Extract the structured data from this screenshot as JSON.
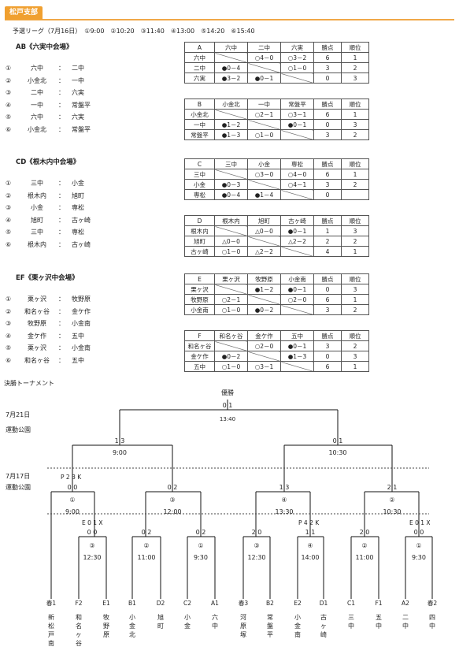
{
  "header": {
    "tab": "松戸支部"
  },
  "schedule": "予選リーグ（7月16日）　①9:00　②10:20　③11:40　④13:00　⑤14:20　⑥15:40",
  "groups": [
    {
      "title": "AB《六実中会場》",
      "matches": [
        [
          "①",
          "六中",
          "：",
          "二中"
        ],
        [
          "②",
          "小金北",
          "：",
          "一中"
        ],
        [
          "③",
          "二中",
          "：",
          "六実"
        ],
        [
          "④",
          "一中",
          "：",
          "常盤平"
        ],
        [
          "⑤",
          "六中",
          "：",
          "六実"
        ],
        [
          "⑥",
          "小金北",
          "：",
          "常盤平"
        ]
      ]
    },
    {
      "title": "CD《根木内中会場》",
      "matches": [
        [
          "①",
          "三中",
          "：",
          "小金"
        ],
        [
          "②",
          "根木内",
          "：",
          "旭町"
        ],
        [
          "③",
          "小金",
          "：",
          "専松"
        ],
        [
          "④",
          "旭町",
          "：",
          "古ヶ崎"
        ],
        [
          "⑤",
          "三中",
          "：",
          "専松"
        ],
        [
          "⑥",
          "根木内",
          "：",
          "古ヶ崎"
        ]
      ]
    },
    {
      "title": "EF《栗ヶ沢中会場》",
      "matches": [
        [
          "①",
          "栗ヶ沢",
          "：",
          "牧野原"
        ],
        [
          "②",
          "和名ヶ谷",
          "：",
          "金ケ作"
        ],
        [
          "③",
          "牧野原",
          "：",
          "小金南"
        ],
        [
          "④",
          "金ケ作",
          "：",
          "五中"
        ],
        [
          "⑤",
          "栗ヶ沢",
          "：",
          "小金南"
        ],
        [
          "⑥",
          "和名ヶ谷",
          "：",
          "五中"
        ]
      ]
    }
  ],
  "league_tables": [
    {
      "header": [
        "A",
        "六中",
        "二中",
        "六実",
        "勝点",
        "順位"
      ],
      "rows": [
        [
          "六中",
          "",
          "○4－0",
          "○3－2",
          "6",
          "1"
        ],
        [
          "二中",
          "●0－4",
          "",
          "○1－0",
          "3",
          "2"
        ],
        [
          "六実",
          "●3－2",
          "●0－1",
          "",
          "0",
          "3"
        ]
      ]
    },
    {
      "header": [
        "B",
        "小金北",
        "一中",
        "常盤平",
        "勝点",
        "順位"
      ],
      "rows": [
        [
          "小金北",
          "",
          "○2－1",
          "○3－1",
          "6",
          "1"
        ],
        [
          "一中",
          "●1－2",
          "",
          "●0－1",
          "0",
          "3"
        ],
        [
          "常盤平",
          "●1－3",
          "○1－0",
          "",
          "3",
          "2"
        ]
      ]
    },
    {
      "header": [
        "C",
        "三中",
        "小金",
        "専松",
        "勝点",
        "順位"
      ],
      "rows": [
        [
          "三中",
          "",
          "○3－0",
          "○4－0",
          "6",
          "1"
        ],
        [
          "小金",
          "●0－3",
          "",
          "○4－1",
          "3",
          "2"
        ],
        [
          "専松",
          "●0－4",
          "●1－4",
          "",
          "0",
          ""
        ]
      ]
    },
    {
      "header": [
        "D",
        "根木内",
        "旭町",
        "古ヶ崎",
        "勝点",
        "順位"
      ],
      "rows": [
        [
          "根木内",
          "",
          "△0－0",
          "●0－1",
          "1",
          "3"
        ],
        [
          "旭町",
          "△0－0",
          "",
          "△2－2",
          "2",
          "2"
        ],
        [
          "古ヶ崎",
          "○1－0",
          "△2－2",
          "",
          "4",
          "1"
        ]
      ]
    },
    {
      "header": [
        "E",
        "栗ヶ沢",
        "牧野原",
        "小金南",
        "勝点",
        "順位"
      ],
      "rows": [
        [
          "栗ヶ沢",
          "",
          "●1－2",
          "●0－1",
          "0",
          "3"
        ],
        [
          "牧野原",
          "○2－1",
          "",
          "○2－0",
          "6",
          "1"
        ],
        [
          "小金南",
          "○1－0",
          "●0－2",
          "",
          "3",
          "2"
        ]
      ]
    },
    {
      "header": [
        "F",
        "和名ヶ谷",
        "金ケ作",
        "五中",
        "勝点",
        "順位"
      ],
      "rows": [
        [
          "和名ヶ谷",
          "",
          "○2－0",
          "●0－1",
          "3",
          "2"
        ],
        [
          "金ケ作",
          "●0－2",
          "",
          "●1－3",
          "0",
          "3"
        ],
        [
          "五中",
          "○1－0",
          "○3－1",
          "",
          "6",
          "1"
        ]
      ]
    }
  ],
  "tournament": {
    "title": "決勝トーナメント",
    "dates": [
      {
        "date": "7月21日",
        "venue": "運動公園"
      },
      {
        "date": "7月17日",
        "venue": "運動公園"
      }
    ],
    "champion": "優勝",
    "final": {
      "score": "0 1",
      "time": "13:40"
    },
    "semis": [
      {
        "score": "1 3",
        "time": "9:00"
      },
      {
        "score": "0 1",
        "time": "10:30"
      }
    ],
    "qf": [
      {
        "no": "①",
        "score": "0 0",
        "time": "9:00"
      },
      {
        "no": "③",
        "score": "0 2",
        "time": "12:00"
      },
      {
        "no": "④",
        "score": "1 3",
        "time": "13:30"
      },
      {
        "no": "②",
        "score": "2 1",
        "time": "10:30"
      }
    ],
    "pk": [
      {
        "label": "P 2 3 K"
      },
      {
        "label": "E 0 1 X"
      },
      {
        "label": "P 4 2 K"
      },
      {
        "label": "E 0 1 X"
      }
    ],
    "r1": [
      {
        "no": "③",
        "score": "0 0",
        "time": "12:30"
      },
      {
        "no": "②",
        "score": "0 2",
        "time": "11:00"
      },
      {
        "no": "①",
        "score": "0 2",
        "time": "9:30"
      },
      {
        "no": "③",
        "score": "2 0",
        "time": "12:30"
      },
      {
        "no": "④",
        "score": "1 1",
        "time": "14:00"
      },
      {
        "no": "②",
        "score": "2 0",
        "time": "11:00"
      },
      {
        "no": "①",
        "score": "0 0",
        "time": "9:30"
      }
    ],
    "seeds": [
      "春1",
      "F2",
      "E1",
      "B1",
      "D2",
      "C2",
      "A1",
      "春3",
      "B2",
      "E2",
      "D1",
      "C1",
      "F1",
      "A2",
      "春2"
    ],
    "teams": [
      "新松戸南",
      "和名ヶ谷",
      "牧野原",
      "小金北",
      "旭町",
      "小金",
      "六中",
      "河原塚",
      "常盤平",
      "小金南",
      "古ヶ崎",
      "三中",
      "五中",
      "二中",
      "四中"
    ]
  }
}
